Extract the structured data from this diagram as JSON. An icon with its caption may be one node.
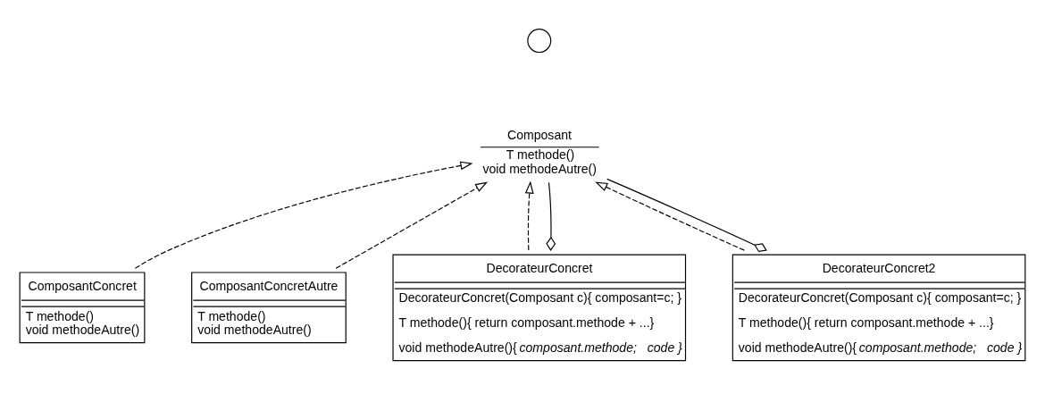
{
  "diagram": {
    "nodes": [
      {
        "text": [],
        "shape": "circle"
      },
      {
        "text": [
          "Composant",
          "T methode() void methodeAutre()"
        ]
      },
      {
        "text": [
          "ComposantConcret",
          "T methode() void methodeAutre()"
        ]
      },
      {
        "text": [
          "ComposantConcretAutre",
          "T methode() void methodeAutre()"
        ]
      },
      {
        "text": [
          "DecorateurConcret",
          "DecorateurConcret(Composant c){ composant=c; }",
          "T methode(){ return composant.methode + ...}",
          "void methodeAutre(){ *composant.methode;   code }*"
        ]
      },
      {
        "text": [
          "DecorateurConcret2",
          "DecorateurConcret(Composant c){ composant=c; }",
          "T methode(){ return composant.methode + ...}",
          "void methodeAutre(){ *composant.methode;   code }*"
        ]
      }
    ],
    "edges": [
      {
        "from": 2,
        "to": 1,
        "arrow": "to",
        "style": "dashed"
      },
      {
        "from": 3,
        "to": 1,
        "arrow": "to",
        "style": "dashed"
      },
      {
        "from": 4,
        "to": 1,
        "arrow": "to",
        "style": "dashed"
      },
      {
        "from": 4,
        "to": 1,
        "arrow": "other"
      },
      {
        "from": 5,
        "to": 1,
        "arrow": "to",
        "style": "dashed"
      },
      {
        "from": 5,
        "to": 1,
        "arrow": "other"
      }
    ]
  }
}
